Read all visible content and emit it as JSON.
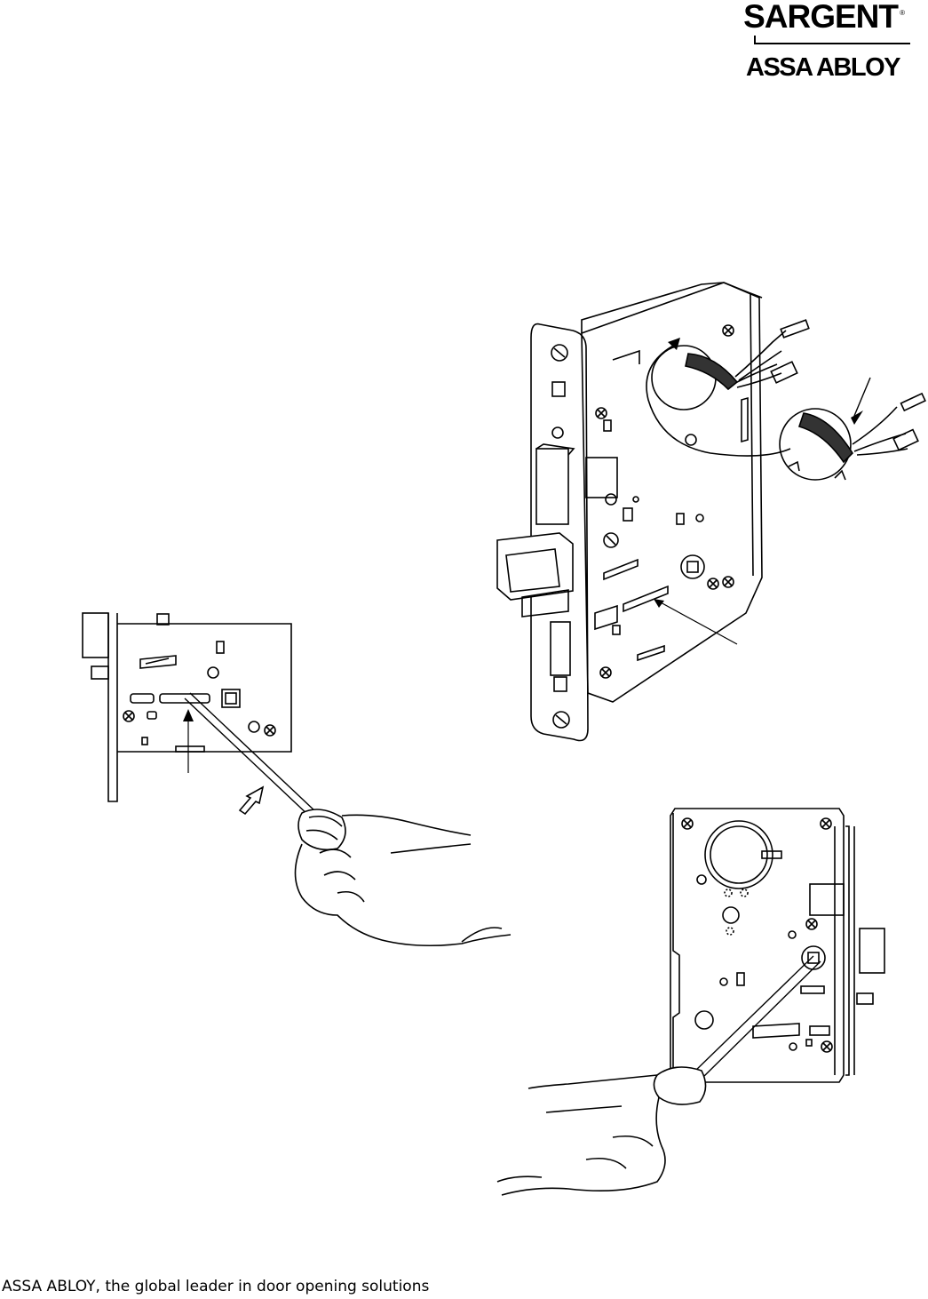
{
  "header": {
    "brand": "SARGENT",
    "registered_mark": "®",
    "parent_brand": "ASSA ABLOY"
  },
  "footer": {
    "tagline": "ASSA ABLOY, the global leader in door opening solutions"
  },
  "illustrations": {
    "figure_a": {
      "icons": [
        "mortise-lock-body-icon",
        "wire-harness-icon",
        "harness-grommet-icon"
      ]
    },
    "figure_b": {
      "icons": [
        "lock-case-side-icon",
        "screwdriver-icon",
        "hand-icon"
      ]
    },
    "figure_c": {
      "icons": [
        "lock-case-back-icon",
        "screwdriver-icon",
        "hand-icon"
      ]
    }
  }
}
